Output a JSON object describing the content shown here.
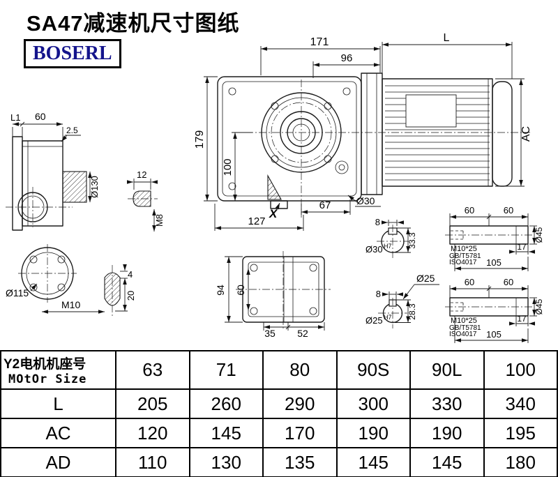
{
  "title": "SA47减速机尺寸图纸",
  "brand": "BOSERL",
  "drawing": {
    "front": {
      "width_total": "171",
      "width_flange": "96",
      "height_total": "179",
      "height_axis": "100",
      "dim67": "67",
      "dim127": "127",
      "shaft_dia": "Ø30",
      "section_mark": "X"
    },
    "motor": {
      "length": "L",
      "diameter": "AC"
    },
    "side": {
      "l1": "L1",
      "dim60": "60",
      "dim2_5": "2.5",
      "flange_dia": "Ø130",
      "pilot_dia": "Ø115",
      "bolt_thread": "M10"
    },
    "pin": {
      "dim12": "12",
      "thread": "M8"
    },
    "plug": {
      "dim4": "4",
      "dim20": "20"
    },
    "bottom": {
      "dim94": "94",
      "dim60": "60",
      "dim35": "35",
      "dim52": "52"
    },
    "shaft30": {
      "key_width": "8",
      "key_depth": "33.3",
      "bore": "Ø30",
      "tolerance": "H7",
      "dim60a": "60",
      "dim60b": "60",
      "dim17": "17",
      "dim105": "105",
      "thread": "M10*25",
      "standard_gb": "GB/T5781",
      "standard_iso": "ISO4017",
      "shaft_dia": "Ø45"
    },
    "shaft25": {
      "label": "Ø25",
      "key_width": "8",
      "key_depth": "28.3",
      "bore": "Ø25",
      "tolerance": "H7",
      "dim60a": "60",
      "dim60b": "60",
      "dim17": "17",
      "dim105": "105",
      "thread": "M10*25",
      "standard_gb": "GB/T5781",
      "standard_iso": "ISO4017",
      "shaft_dia": "Ø45"
    }
  },
  "table": {
    "header": {
      "cn": "Y2电机机座号",
      "en": "MOtOr Size"
    },
    "sizes": [
      "63",
      "71",
      "80",
      "90S",
      "90L",
      "100"
    ],
    "rows": [
      {
        "label": "L",
        "values": [
          "205",
          "260",
          "290",
          "300",
          "330",
          "340"
        ]
      },
      {
        "label": "AC",
        "values": [
          "120",
          "145",
          "170",
          "190",
          "190",
          "195"
        ]
      },
      {
        "label": "AD",
        "values": [
          "110",
          "130",
          "135",
          "145",
          "145",
          "180"
        ]
      }
    ]
  }
}
